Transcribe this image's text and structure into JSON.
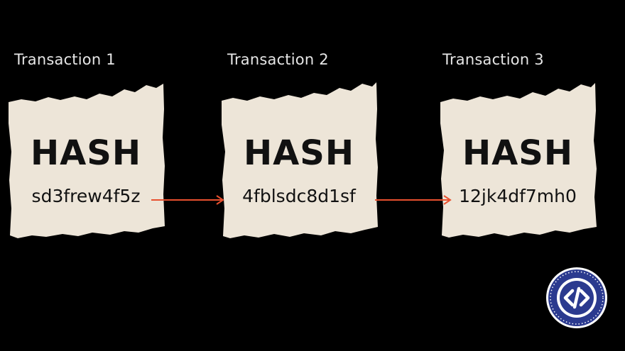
{
  "transactions": [
    {
      "label": "Transaction 1",
      "title": "HASH",
      "hash": "sd3frew4f5z"
    },
    {
      "label": "Transaction 2",
      "title": "HASH",
      "hash": "4fblsdc8d1sf"
    },
    {
      "label": "Transaction 3",
      "title": "HASH",
      "hash": "12jk4df7mh0"
    }
  ],
  "colors": {
    "background": "#000000",
    "paper": "#ede5d8",
    "arrow": "#e8502f",
    "logo": "#2b3a8f",
    "text": "#111111",
    "label": "#e6e6e6"
  },
  "logo": {
    "icon": "code-brackets-icon"
  }
}
